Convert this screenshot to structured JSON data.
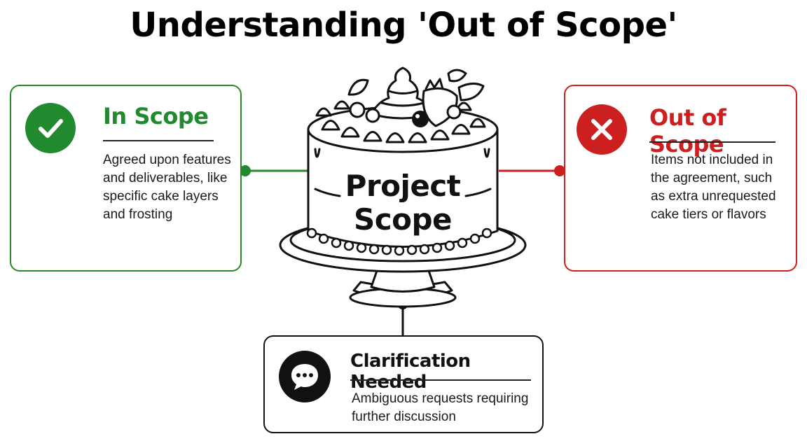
{
  "title": "Understanding 'Out of Scope'",
  "center": {
    "line1": "Project",
    "line2": "Scope"
  },
  "in_scope": {
    "title": "In Scope",
    "body": "Agreed upon features and deliverables, like specific cake layers and frosting",
    "icon": "checkmark-icon",
    "color": "#228a2e"
  },
  "out_of_scope": {
    "title": "Out of Scope",
    "body": "Items not included in the agreement, such as extra unrequested cake tiers or flavors",
    "icon": "x-mark-icon",
    "color": "#cc1f1f"
  },
  "clarification": {
    "title": "Clarification Needed",
    "body": "Ambiguous requests requiring further discussion",
    "icon": "speech-bubble-icon",
    "color": "#111111"
  }
}
